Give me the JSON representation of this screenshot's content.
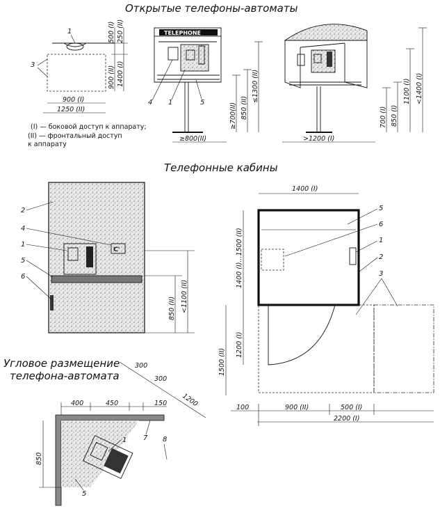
{
  "titles": {
    "open_phones": "Открытые телефоны-автоматы",
    "booths": "Телефонные кабины",
    "corner1": "Угловое размещение",
    "corner2": "телефона-автомата"
  },
  "legend": {
    "line1": "(I) — боковой доступ к аппарату;",
    "line2": "(II) — фронтальный доступ",
    "line3": "к аппарату"
  },
  "sign_text": "TELEPHONE",
  "booth_sign": "C'",
  "dims": {
    "d500": "500 (I)",
    "d250": "250 (II)",
    "d900": "900 (II)",
    "d1400": "1400 (I)",
    "d900i": "900 (I)",
    "d1250": "1250 (II)",
    "d700": "≥700(II)",
    "d850": "850 (II)",
    "d1300": "≤1300 (II)",
    "d800": "≥800(II)",
    "r700": "700 (I)",
    "r850": "850 (I)",
    "r1100": "1100 (I)",
    "r1400": "<1400 (I)",
    "r1200": ">1200 (I)",
    "b850": "850 (II)",
    "b1100": "<1100 (II)",
    "p1400": "1400 (I)",
    "p1400v": "1400 (I)...1500 (II)",
    "p1500": "1500 (II)",
    "p1200": "1200 (I)",
    "p100": "100",
    "p900": "900 (II)",
    "p500": "500 (I)",
    "p2200": "2200 (I)",
    "c300a": "300",
    "c300b": "300",
    "c1200": "1200",
    "c400": "400",
    "c450": "450",
    "c150": "150",
    "c850": "850"
  },
  "callouts": {
    "n1": "1",
    "n2": "2",
    "n3": "3",
    "n4": "4",
    "n5": "5",
    "n6": "6",
    "n7": "7",
    "n8": "8"
  }
}
